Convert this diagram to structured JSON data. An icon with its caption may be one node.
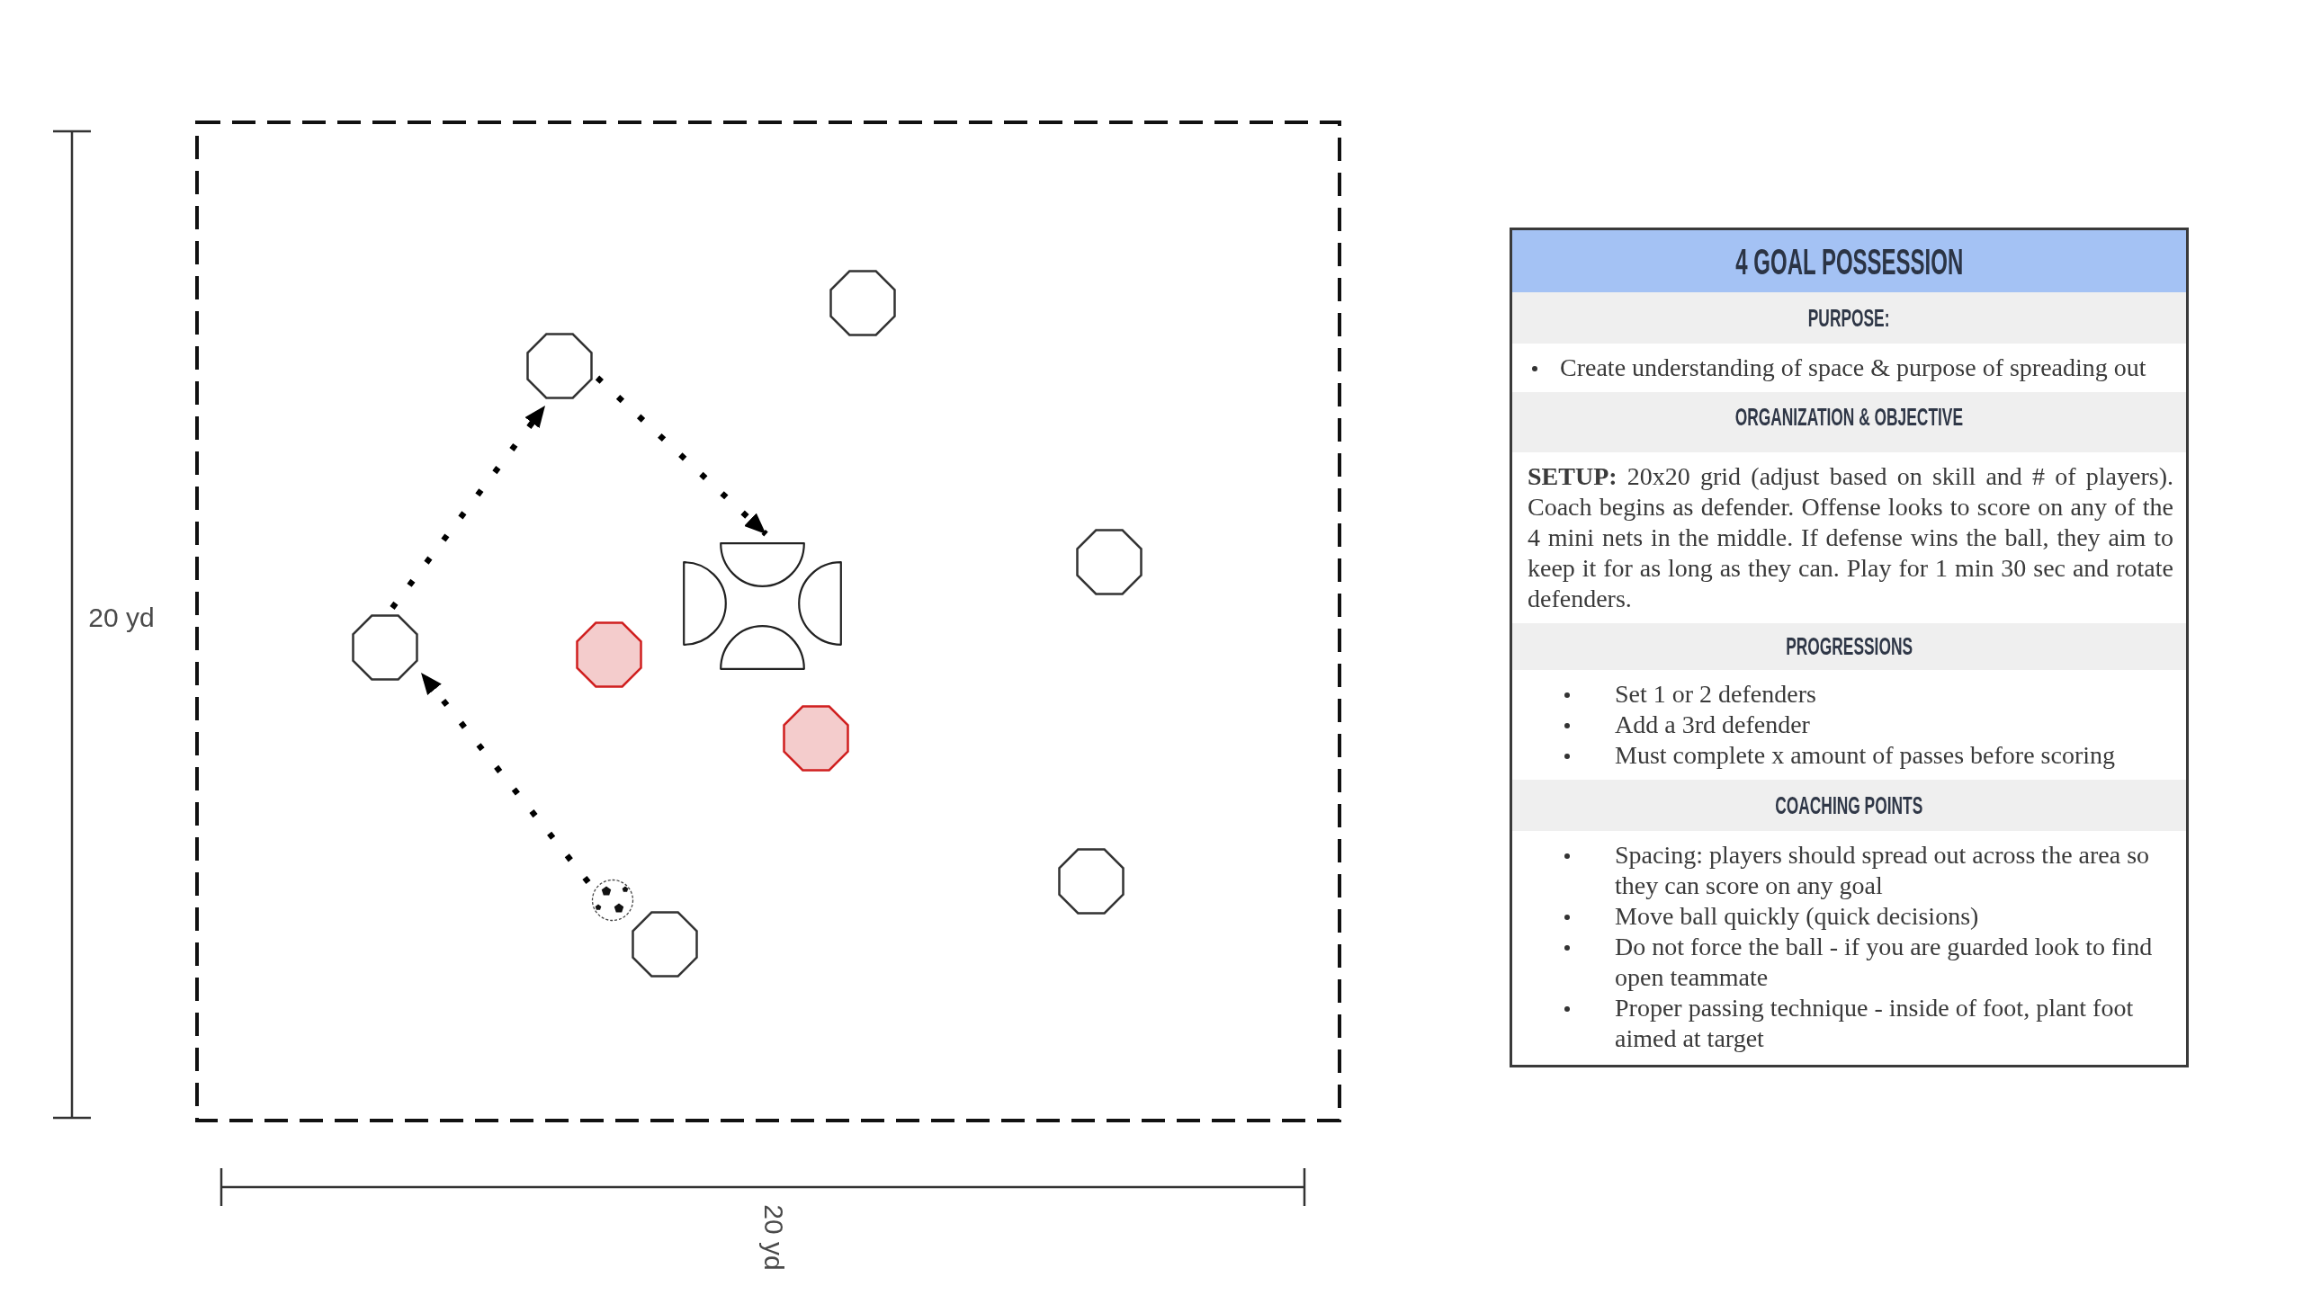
{
  "diagram": {
    "nodes": [
      {
        "text": [],
        "shape": "box"
      },
      {
        "text": [],
        "shape": "octagon",
        "in": 0
      },
      {
        "text": [],
        "shape": "octagon",
        "in": 0
      },
      {
        "text": [],
        "shape": "octagon",
        "in": 0
      },
      {
        "text": [],
        "shape": "semicircle",
        "in": 0
      },
      {
        "text": [],
        "shape": "semicircle",
        "in": 0
      },
      {
        "text": [],
        "shape": "semicircle",
        "in": 0
      },
      {
        "text": [],
        "shape": "semicircle",
        "in": 0
      },
      {
        "text": [],
        "shape": "octagon",
        "in": 0
      },
      {
        "text": [],
        "shape": "octagon",
        "in": 0
      },
      {
        "text": [],
        "shape": "octagon",
        "in": 0
      },
      {
        "text": [],
        "shape": "octagon",
        "in": 0
      },
      {
        "text": [],
        "shape": "picture",
        "in": 0
      },
      {
        "text": [],
        "shape": "octagon",
        "in": 0
      },
      {
        "text": [
          "4 GOAL POSSESSION",
          "PURPOSE:",
          "Create understanding of space & purpose of spreading out",
          "ORGANIZATION & OBJECTIVE",
          "**SETUP:** 20x20 grid (adjust based on skill and # of players). Coach begins as defender. Offense looks to score on any of the 4 mini nets in the middle. If defense wins the ball, they aim to keep it for as long as they can. Play for 1 min 30 sec and rotate defenders.",
          "PROGRESSIONS",
          "Set 1 or 2 defenders",
          "Add a 3rd defender",
          "Must complete x amount of passes before scoring",
          "COACHING POINTS",
          "Spacing: players should spread out across the area so they can score on any goal",
          "Move ball quickly (quick decisions)",
          "Do not force the ball - if you are guarded look to find open teammate",
          "Proper passing technique - inside of foot, plant foot aimed at target"
        ]
      }
    ],
    "edges": [
      {
        "from": 8,
        "to": 2,
        "arrow": "to",
        "style": "dashed"
      },
      {
        "from": 2,
        "to": 4,
        "arrow": "to",
        "style": "dashed"
      },
      {
        "from": 12,
        "to": 8,
        "arrow": "to",
        "style": "dashed"
      }
    ],
    "labels": [
      "20 yd",
      "20 yd"
    ]
  }
}
